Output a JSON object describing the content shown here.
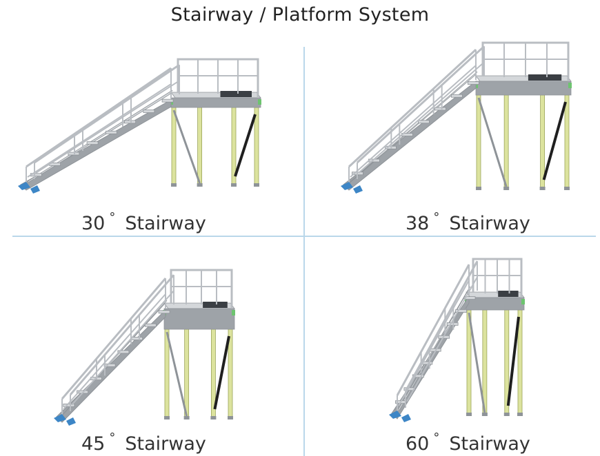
{
  "header": {
    "title": "Stairway / Platform System"
  },
  "units": {
    "degree_symbol": "°",
    "word": "Stairway"
  },
  "panels": [
    {
      "angle": "30",
      "label": "Stairway",
      "steps": 8
    },
    {
      "angle": "38",
      "label": "Stairway",
      "steps": 8
    },
    {
      "angle": "45",
      "label": "Stairway",
      "steps": 8
    },
    {
      "angle": "60",
      "label": "Stairway",
      "steps": 9
    }
  ],
  "colors": {
    "rail": "#b9bdc2",
    "rail_dark": "#8e9398",
    "deck": "#d4d7da",
    "deck_side": "#9ea3a8",
    "leg": "#dce39e",
    "leg_edge": "#9aa35a",
    "brace": "#1f1f1f",
    "foot": "#3d86c6",
    "hinge": "#6dc46f",
    "divider": "#b9d7ea"
  }
}
